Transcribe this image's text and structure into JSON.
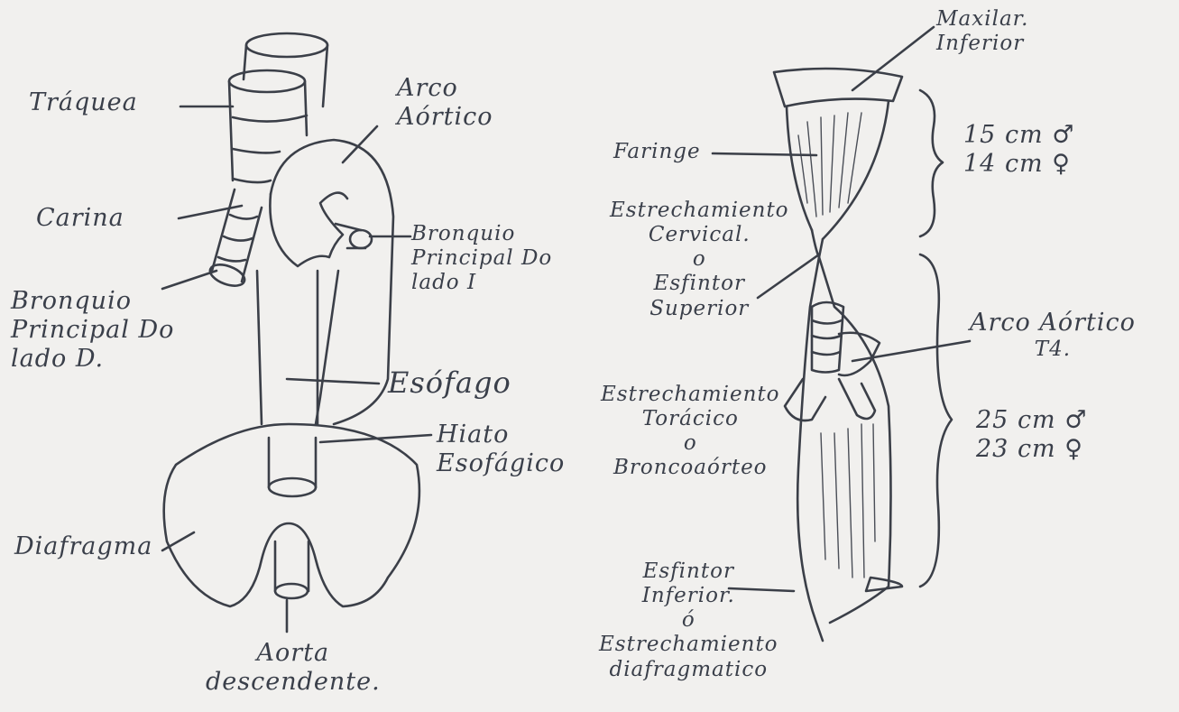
{
  "left_diagram": {
    "traquea": "Tráquea",
    "arco_aortico": [
      "Arco",
      "Aórtico"
    ],
    "carina": "Carina",
    "bronquio_izq": [
      "Bronquio",
      "Principal Do",
      "lado I"
    ],
    "bronquio_der": [
      "Bronquio",
      "Principal Do",
      "lado D."
    ],
    "esofago": "Esófago",
    "hiato": [
      "Hiato",
      "Esofágico"
    ],
    "diafragma": "Diafragma",
    "aorta": [
      "Aorta",
      "descendente."
    ]
  },
  "right_diagram": {
    "maxilar": [
      "Maxilar.",
      "Inferior"
    ],
    "faringe": "Faringe",
    "cervical_len": [
      "15 cm ♂",
      "14 cm ♀"
    ],
    "estrechamiento_cervical": [
      "Estrechamiento",
      "Cervical.",
      "o",
      "Esfintor",
      "Superior"
    ],
    "arco_aortico": [
      "Arco Aórtico",
      "T4."
    ],
    "estrechamiento_toracico": [
      "Estrechamiento",
      "Torácico",
      "o",
      "Broncoaórteo"
    ],
    "toracico_len": [
      "25 cm ♂",
      "23 cm ♀"
    ],
    "esfinter_inferior": [
      "Esfintor",
      "Inferior.",
      "ó",
      "Estrechamiento",
      "diafragmatico"
    ]
  },
  "colors": {
    "ink": "#3b3f48",
    "paper": "#f1f0ee"
  }
}
